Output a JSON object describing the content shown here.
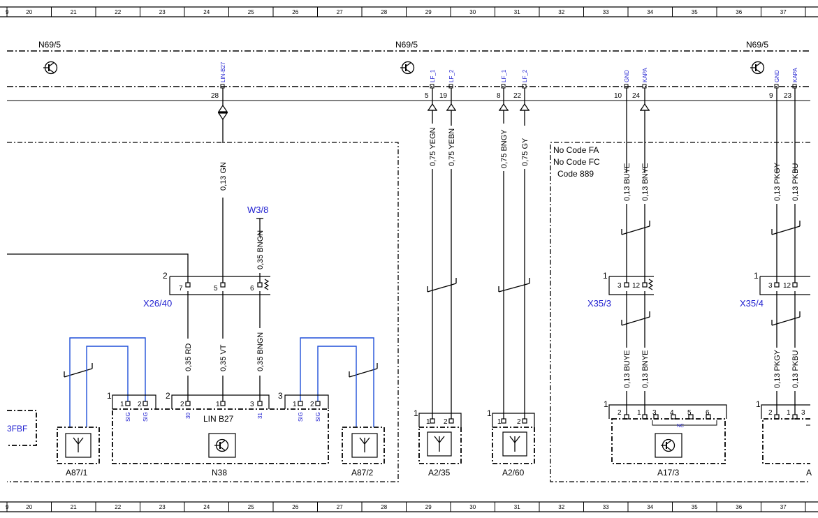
{
  "ruler": {
    "numbers": [
      "9",
      "20",
      "21",
      "22",
      "23",
      "24",
      "25",
      "26",
      "27",
      "28",
      "29",
      "30",
      "31",
      "32",
      "33",
      "34",
      "35",
      "36",
      "37"
    ]
  },
  "units": {
    "n69_left": "N69/5",
    "n69_mid": "N69/5",
    "n69_right": "N69/5",
    "n38": {
      "name": "N38",
      "label": "LIN B27"
    },
    "a87_1": "A87/1",
    "a87_2": "A87/2",
    "a2_35": "A2/35",
    "a2_60": "A2/60",
    "a17_3": "A17/3",
    "partial_right": "A",
    "fbf": "3FBF"
  },
  "connectors": {
    "x26_40": "X26/40",
    "x35_3": "X35/3",
    "x35_4": "X35/4",
    "w3_8": "W3/8"
  },
  "pin_signals": {
    "lin_b27": "LIN-B27",
    "lf1_a": "LF_1",
    "lf2_a": "LF_2",
    "lf1_b": "LF_1",
    "lf2_b": "LF_2",
    "gnd_a": "GND",
    "kapa_a": "KAPA",
    "gnd_b": "GND",
    "kapa_b": "KAPA",
    "sig": "SIG",
    "p30": "30",
    "p31": "31",
    "nc": "NC"
  },
  "top_pins": [
    "28",
    "5",
    "19",
    "8",
    "22",
    "10",
    "24",
    "9",
    "23"
  ],
  "wires": {
    "w_028": "0,13 GN",
    "w_bngn_top": "0,35 BNGN",
    "w_rd": "0,35 RD",
    "w_vt": "0,35 VT",
    "w_bngn_bot": "0,35 BNGN",
    "w_yegn": "0,75 YEGN",
    "w_yebn": "0,75 YEBN",
    "w_bngy": "0,75 BNGY",
    "w_gy": "0,75 GY",
    "w_buye1": "0,13 BUYE",
    "w_bnye1": "0,13 BNYE",
    "w_buye2": "0,13 BUYE",
    "w_bnye2": "0,13 BNYE",
    "w_pkgy1": "0,13 PKGY",
    "w_pkbu1": "0,13 PKBU",
    "w_pkgy2": "0,13 PKGY",
    "w_pkbu2": "0,13 PKBU"
  },
  "x26_pins": [
    "2",
    "7",
    "5",
    "6"
  ],
  "x35_3_pins": [
    "1",
    "3",
    "12"
  ],
  "x35_4_pins": [
    "1",
    "3",
    "12"
  ],
  "n38_pins": {
    "g1": "1",
    "g1a": "1",
    "g1b": "2",
    "g2": "2",
    "g2a": "2",
    "g2b": "1",
    "g2c": "3",
    "g3": "3",
    "g3a": "1",
    "g3b": "2"
  },
  "a2_pins": {
    "a235": "1",
    "a235a": "1",
    "a235b": "2",
    "a260": "1",
    "a260a": "1",
    "a260b": "2"
  },
  "a17_pins": [
    "1",
    "2",
    "1",
    "3",
    "4",
    "5",
    "6"
  ],
  "right_pins": [
    "1",
    "2",
    "1",
    "3"
  ],
  "code_note": {
    "line1": "No Code FA",
    "line2": "No Code FC",
    "line3": "Code 889"
  },
  "colors": {
    "line": "#000000",
    "blue_text": "#1f1fd0",
    "blue_wire": "#1f4fd8"
  }
}
